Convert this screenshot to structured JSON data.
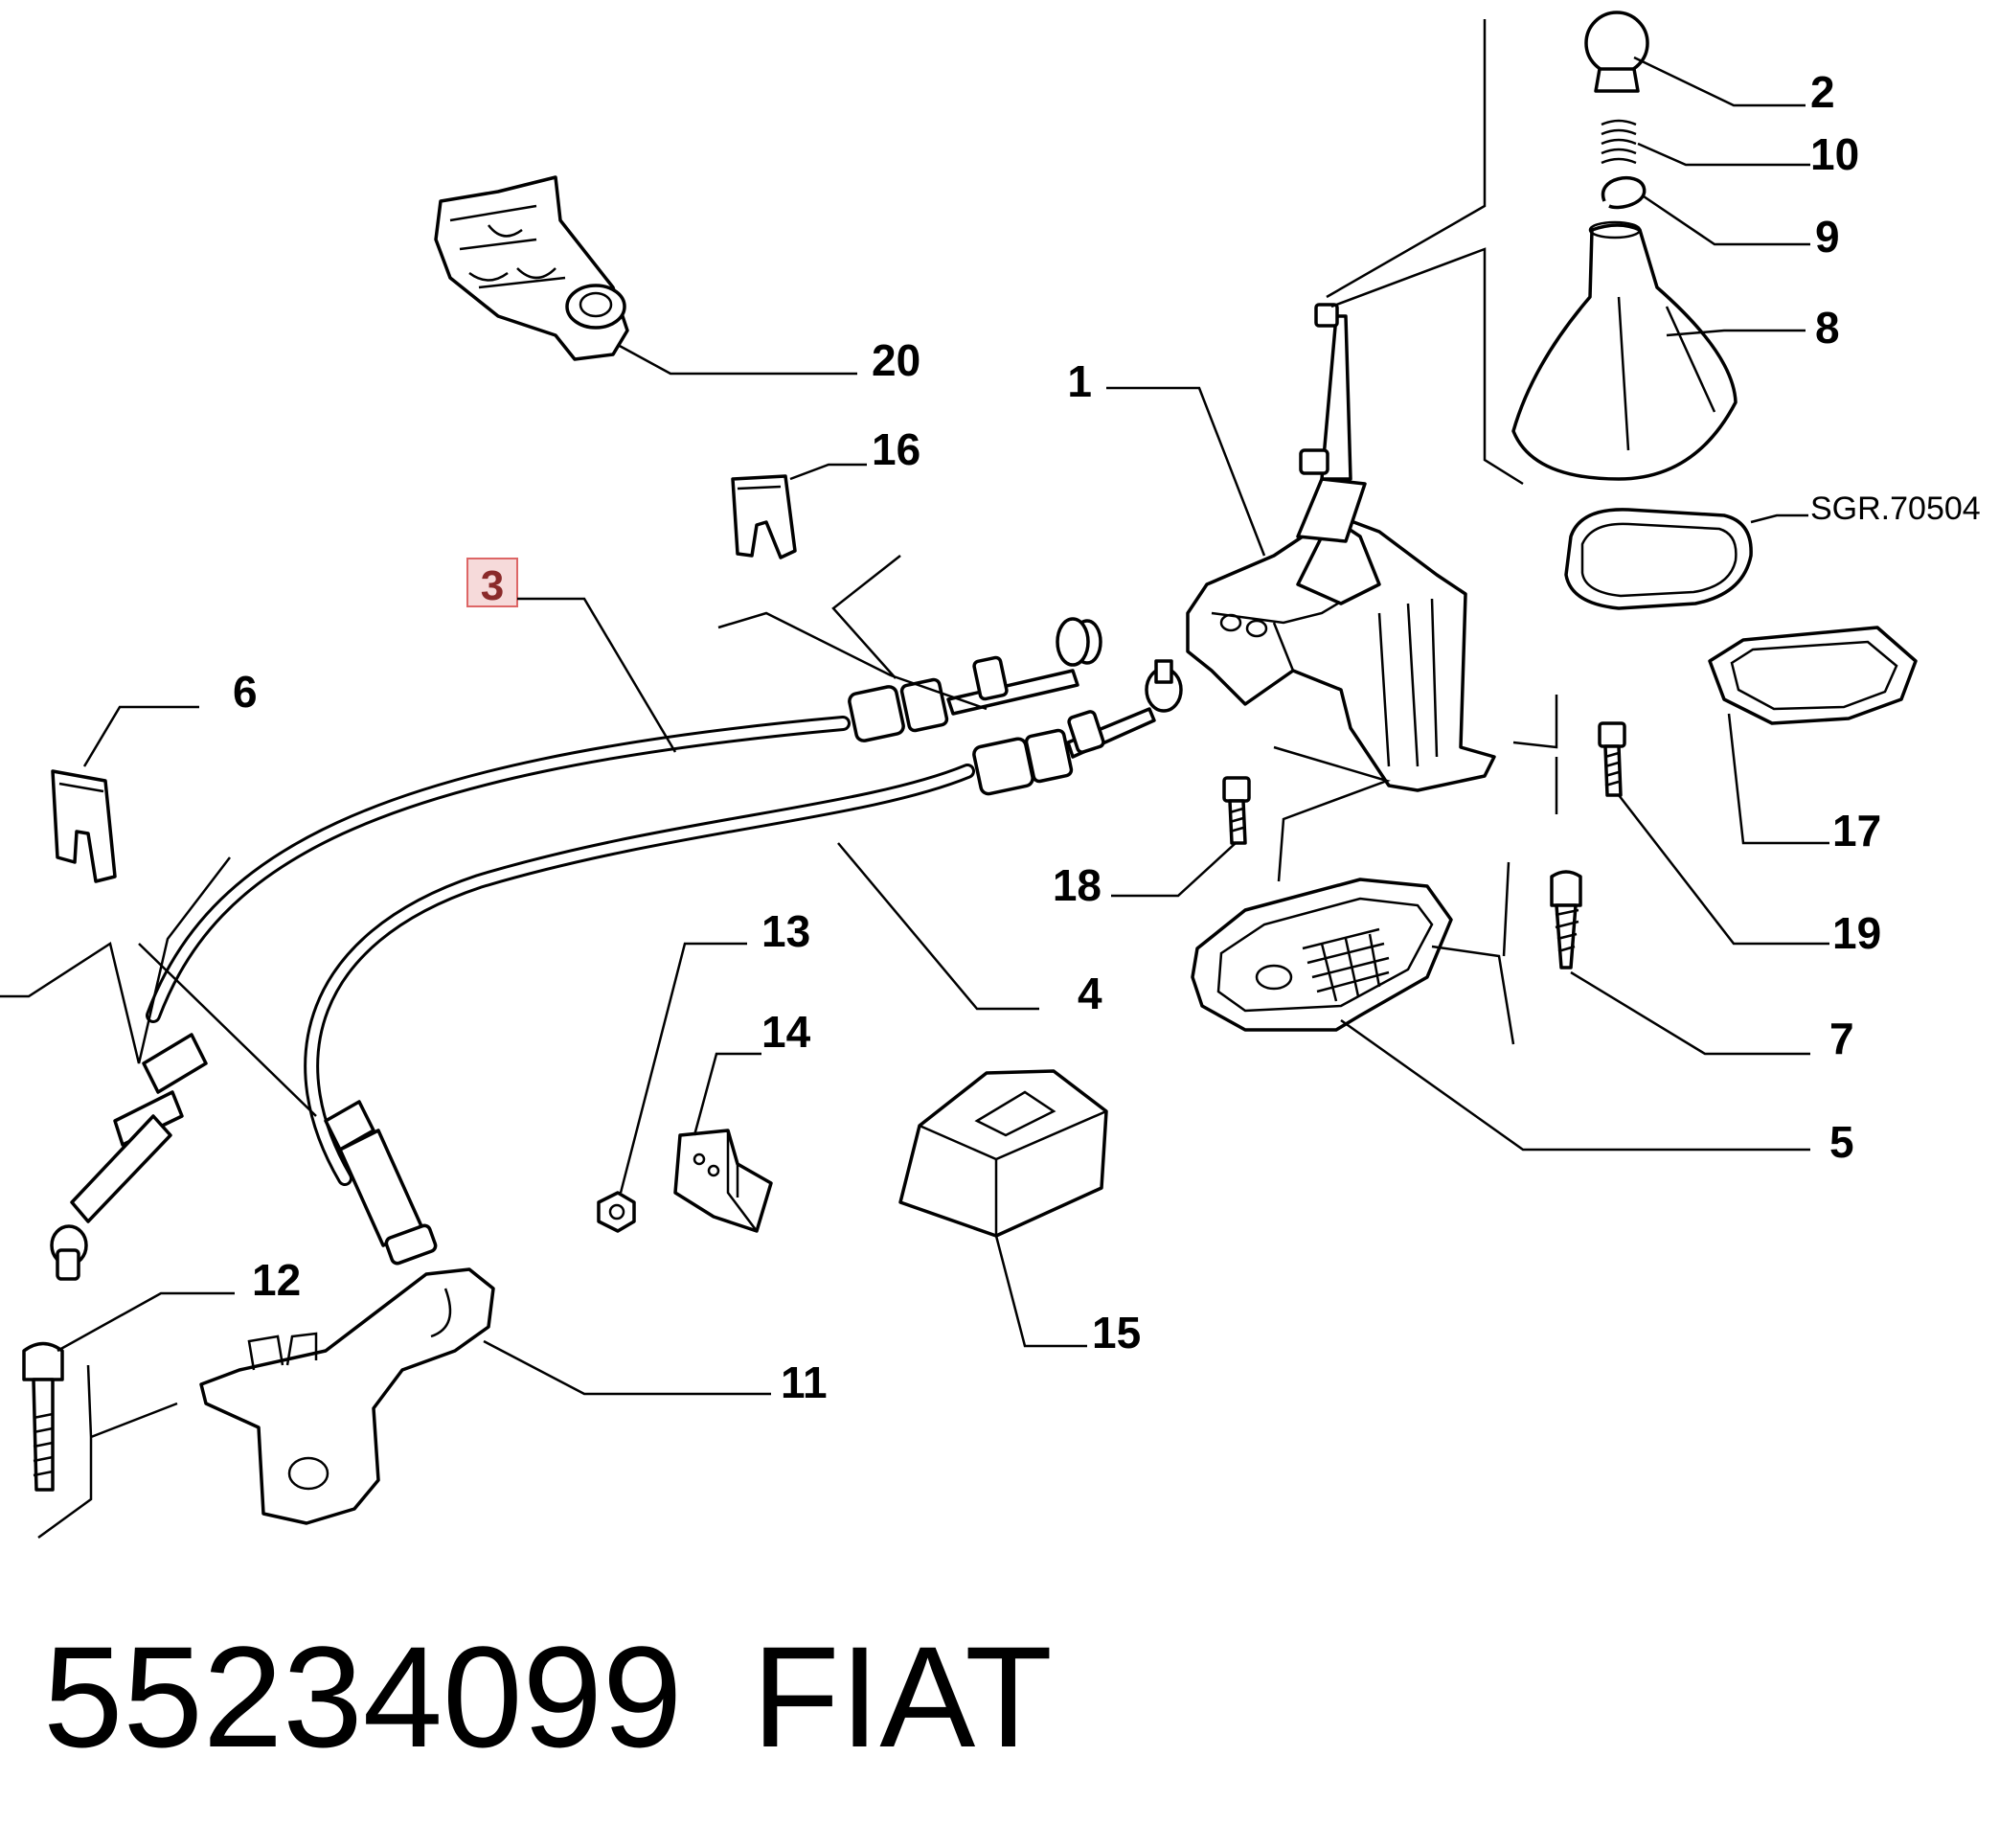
{
  "diagram": {
    "part_number": "55234099",
    "brand": "FIAT",
    "reference": "SGR.70504",
    "highlighted_callout": "3",
    "callouts": [
      {
        "id": "c1",
        "label": "1"
      },
      {
        "id": "c2",
        "label": "2"
      },
      {
        "id": "c4",
        "label": "4"
      },
      {
        "id": "c5",
        "label": "5"
      },
      {
        "id": "c6",
        "label": "6"
      },
      {
        "id": "c7",
        "label": "7"
      },
      {
        "id": "c8",
        "label": "8"
      },
      {
        "id": "c9",
        "label": "9"
      },
      {
        "id": "c10",
        "label": "10"
      },
      {
        "id": "c11",
        "label": "11"
      },
      {
        "id": "c12",
        "label": "12"
      },
      {
        "id": "c13",
        "label": "13"
      },
      {
        "id": "c14",
        "label": "14"
      },
      {
        "id": "c15",
        "label": "15"
      },
      {
        "id": "c16",
        "label": "16"
      },
      {
        "id": "c17",
        "label": "17"
      },
      {
        "id": "c18",
        "label": "18"
      },
      {
        "id": "c19",
        "label": "19"
      },
      {
        "id": "c20",
        "label": "20"
      }
    ]
  }
}
